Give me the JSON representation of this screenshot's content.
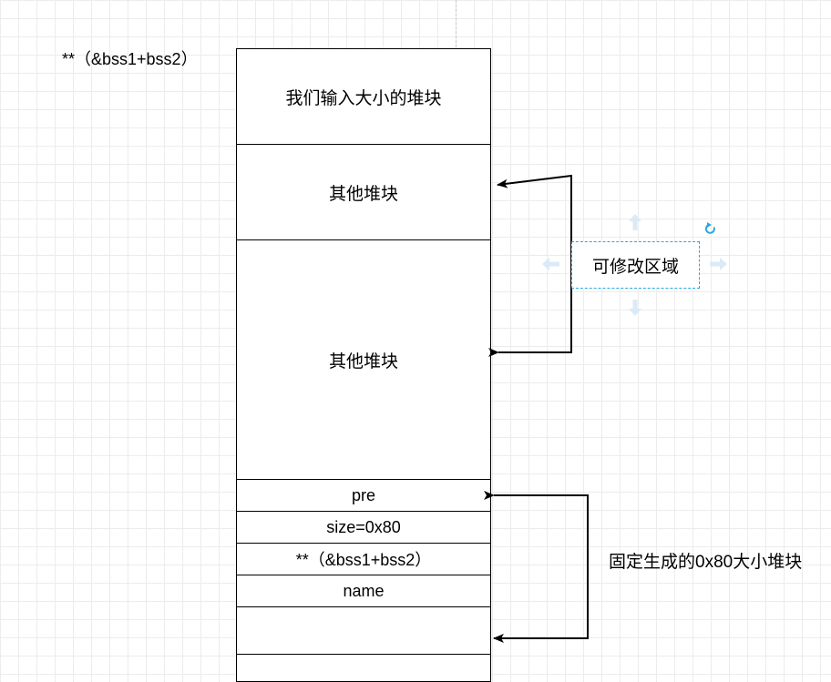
{
  "pointer_label": "**（&bss1+bss2）",
  "blocks": {
    "input_chunk": "我们输入大小的堆块",
    "other_chunk_1": "其他堆块",
    "other_chunk_2": "其他堆块",
    "pre": "pre",
    "size": "size=0x80",
    "pointer": "**（&bss1+bss2）",
    "name": "name",
    "empty_1": "",
    "empty_2": ""
  },
  "annotations": {
    "modifiable_region": "可修改区域",
    "fixed_chunk": "固定生成的0x80大小堆块"
  },
  "colors": {
    "grid": "#ececec",
    "stroke": "#000000",
    "selection": "#29a7e1",
    "handle": "#dbeaf7"
  },
  "icons": [
    "rotate-icon",
    "move-up-arrow-icon",
    "move-down-arrow-icon",
    "move-left-arrow-icon",
    "move-right-arrow-icon"
  ]
}
